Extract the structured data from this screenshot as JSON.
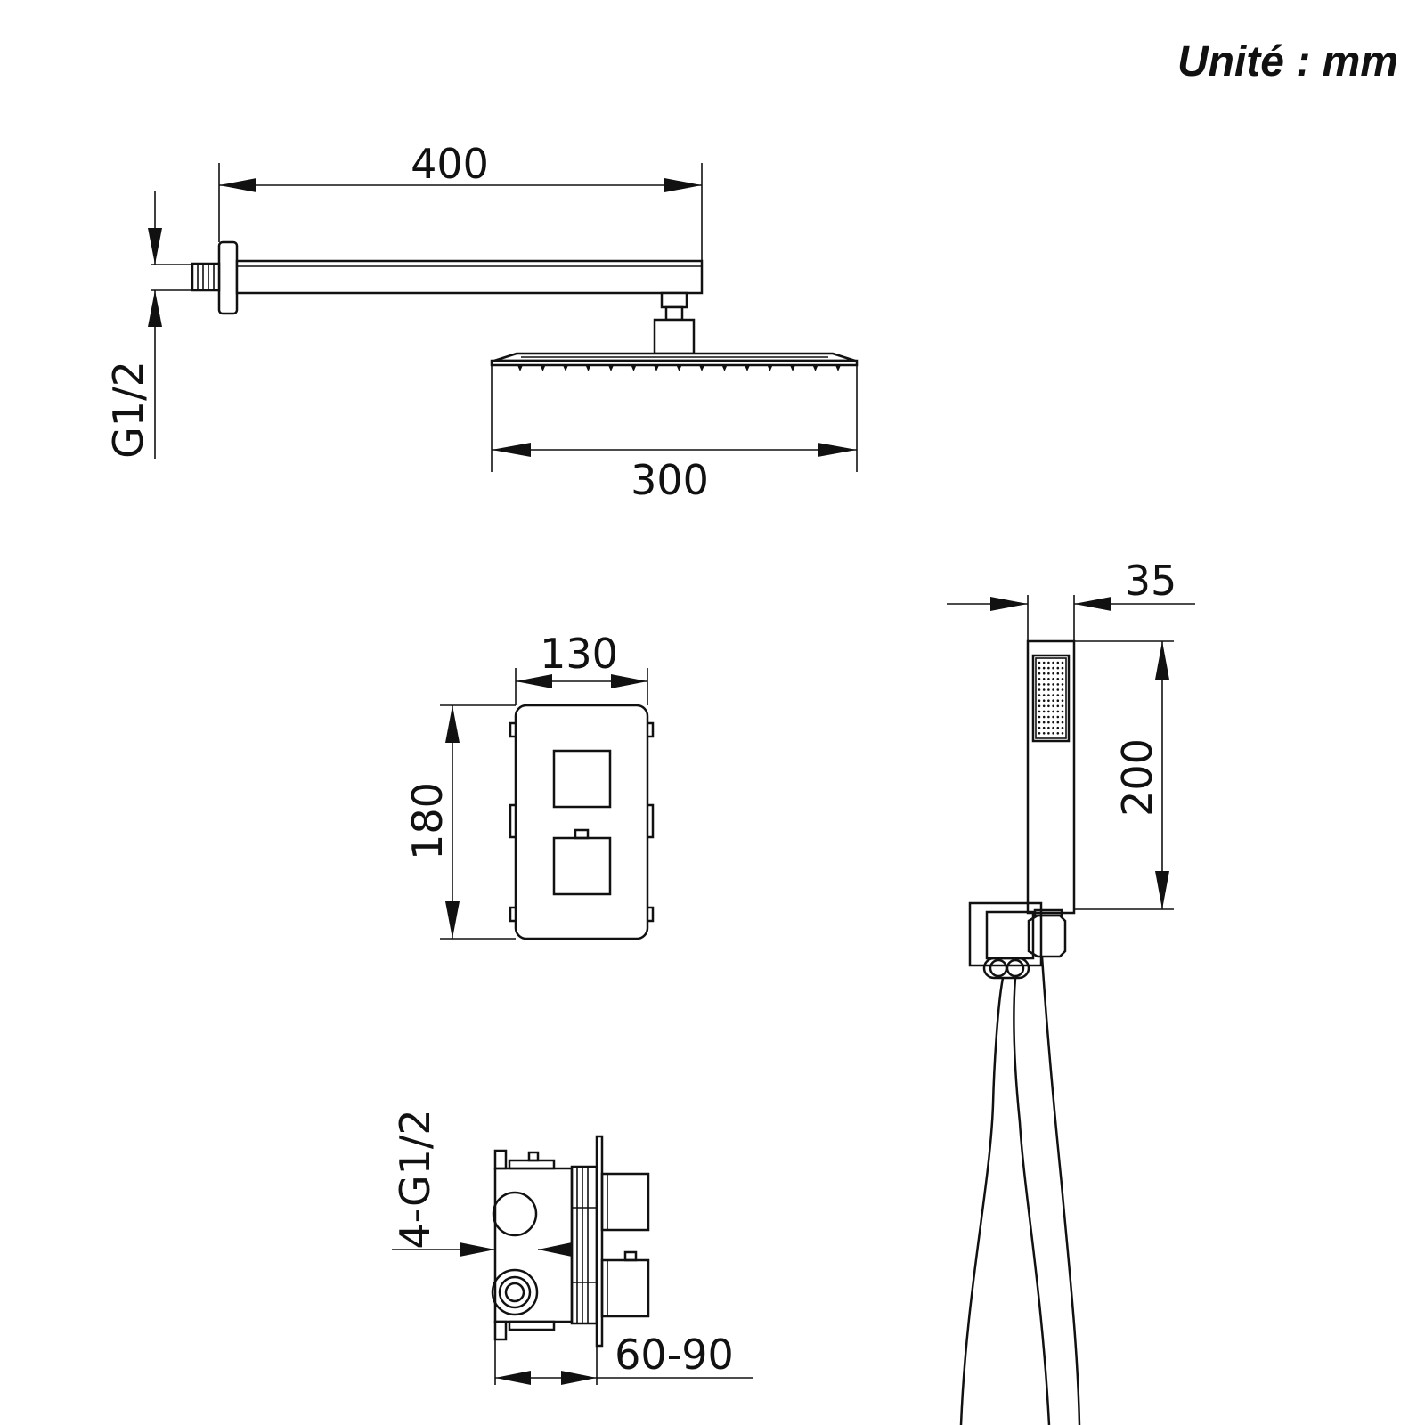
{
  "unit_label": "Unité : mm",
  "shower_arm": {
    "length_label": "400",
    "thread_label": "G1/2"
  },
  "shower_head": {
    "width_label": "300"
  },
  "thermostat_plate": {
    "width_label": "130",
    "height_label": "180"
  },
  "hand_shower": {
    "width_label": "35",
    "length_label": "200"
  },
  "valve_body": {
    "outlets_label": "4-G1/2",
    "depth_label": "60-90"
  }
}
